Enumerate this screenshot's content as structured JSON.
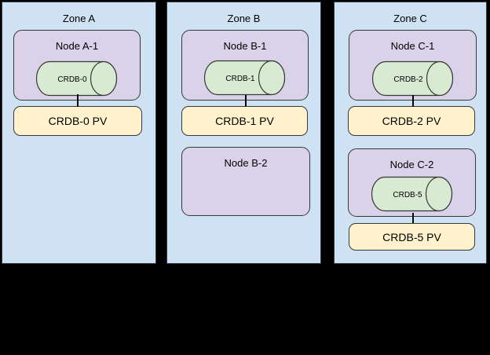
{
  "diagram": {
    "title": "multi-zone-crdb-topology",
    "colors": {
      "background": "#000000",
      "zone_fill": "#cfe2f3",
      "node_fill": "#d9d2e9",
      "db_fill": "#d9ead3",
      "pv_fill": "#fff2cc",
      "border": "#333333"
    },
    "zones": [
      {
        "label": "Zone A",
        "nodes": [
          {
            "label": "Node A-1",
            "db": "CRDB-0",
            "pv": "CRDB-0 PV"
          }
        ]
      },
      {
        "label": "Zone B",
        "nodes": [
          {
            "label": "Node B-1",
            "db": "CRDB-1",
            "pv": "CRDB-1 PV"
          },
          {
            "label": "Node B-2"
          }
        ]
      },
      {
        "label": "Zone C",
        "nodes": [
          {
            "label": "Node C-1",
            "db": "CRDB-2",
            "pv": "CRDB-2 PV"
          },
          {
            "label": "Node C-2",
            "db": "CRDB-5",
            "pv": "CRDB-5 PV"
          }
        ]
      }
    ]
  }
}
